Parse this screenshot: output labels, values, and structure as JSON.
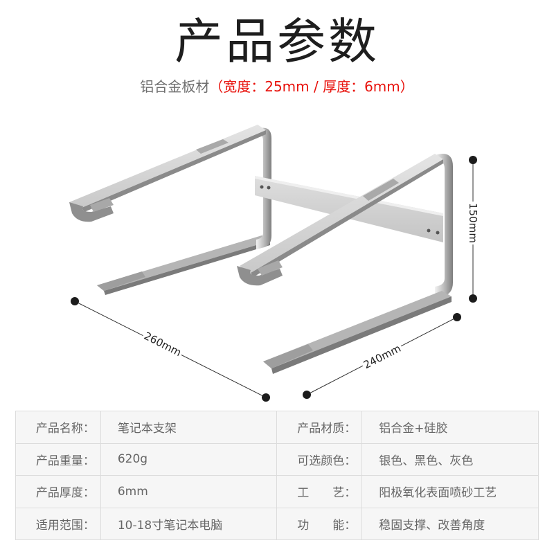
{
  "header": {
    "title": "产品参数",
    "material_label": "铝合金板材",
    "dimensions_note": "（宽度：25mm / 厚度：6mm）"
  },
  "illustration": {
    "subject": "laptop-stand",
    "color": "#b9b9b9",
    "dimensions": {
      "height": "150mm",
      "length": "260mm",
      "depth": "240mm"
    }
  },
  "specs": {
    "rows": [
      {
        "label_left": "产品名称：",
        "value_left": "笔记本支架",
        "label_right": "产品材质：",
        "value_right": "铝合金+硅胶"
      },
      {
        "label_left": "产品重量：",
        "value_left": "620g",
        "label_right": "可选颜色：",
        "value_right": "银色、黑色、灰色"
      },
      {
        "label_left": "产品厚度：",
        "value_left": "6mm",
        "label_right": "工　　艺：",
        "value_right": "阳极氧化表面喷砂工艺"
      },
      {
        "label_left": "适用范围：",
        "value_left": "10-18寸笔记本电脑",
        "label_right": "功　　能：",
        "value_right": "稳固支撑、改善角度"
      }
    ]
  }
}
